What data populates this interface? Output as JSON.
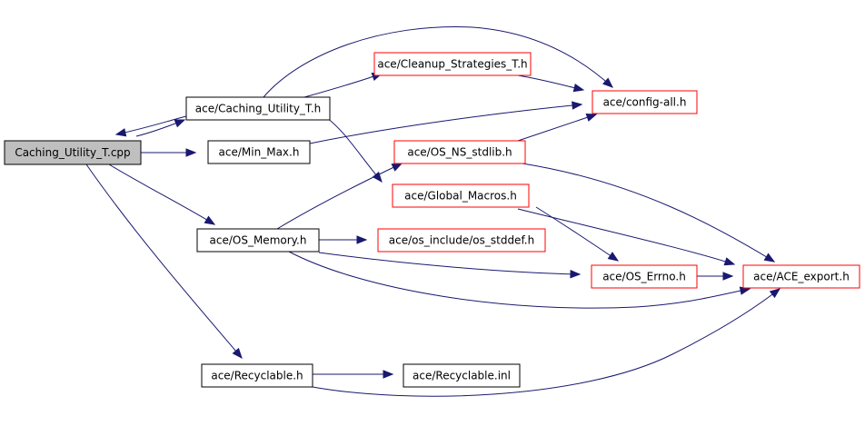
{
  "colors": {
    "edge": "#191970",
    "root_fill": "#bfbfbf",
    "root_stroke": "#000000",
    "local_stroke": "#000000",
    "missing_stroke": "#ff0000",
    "box_fill": "#ffffff"
  },
  "nodes": [
    {
      "id": "root",
      "label": "Caching_Utility_T.cpp",
      "kind": "root"
    },
    {
      "id": "caching_h",
      "label": "ace/Caching_Utility_T.h",
      "kind": "local"
    },
    {
      "id": "minmax",
      "label": "ace/Min_Max.h",
      "kind": "local"
    },
    {
      "id": "osmem",
      "label": "ace/OS_Memory.h",
      "kind": "local"
    },
    {
      "id": "recyc",
      "label": "ace/Recyclable.h",
      "kind": "local"
    },
    {
      "id": "recycinl",
      "label": "ace/Recyclable.inl",
      "kind": "local"
    },
    {
      "id": "cleanup",
      "label": "ace/Cleanup_Strategies_T.h",
      "kind": "missing"
    },
    {
      "id": "config",
      "label": "ace/config-all.h",
      "kind": "missing"
    },
    {
      "id": "osns",
      "label": "ace/OS_NS_stdlib.h",
      "kind": "missing"
    },
    {
      "id": "global",
      "label": "ace/Global_Macros.h",
      "kind": "missing"
    },
    {
      "id": "stddef",
      "label": "ace/os_include/os_stddef.h",
      "kind": "missing"
    },
    {
      "id": "errno",
      "label": "ace/OS_Errno.h",
      "kind": "missing"
    },
    {
      "id": "export",
      "label": "ace/ACE_export.h",
      "kind": "missing"
    }
  ],
  "edges": [
    {
      "from": "root",
      "to": "caching_h"
    },
    {
      "from": "root",
      "to": "minmax"
    },
    {
      "from": "root",
      "to": "osmem"
    },
    {
      "from": "root",
      "to": "recyc"
    },
    {
      "from": "caching_h",
      "to": "root"
    },
    {
      "from": "caching_h",
      "to": "cleanup"
    },
    {
      "from": "caching_h",
      "to": "config"
    },
    {
      "from": "caching_h",
      "to": "global"
    },
    {
      "from": "cleanup",
      "to": "config"
    },
    {
      "from": "minmax",
      "to": "config"
    },
    {
      "from": "osns",
      "to": "config"
    },
    {
      "from": "osns",
      "to": "export"
    },
    {
      "from": "global",
      "to": "errno"
    },
    {
      "from": "global",
      "to": "export"
    },
    {
      "from": "osmem",
      "to": "osns"
    },
    {
      "from": "osmem",
      "to": "stddef"
    },
    {
      "from": "osmem",
      "to": "errno"
    },
    {
      "from": "osmem",
      "to": "export"
    },
    {
      "from": "errno",
      "to": "export"
    },
    {
      "from": "recyc",
      "to": "recycinl"
    },
    {
      "from": "recyc",
      "to": "export"
    }
  ]
}
